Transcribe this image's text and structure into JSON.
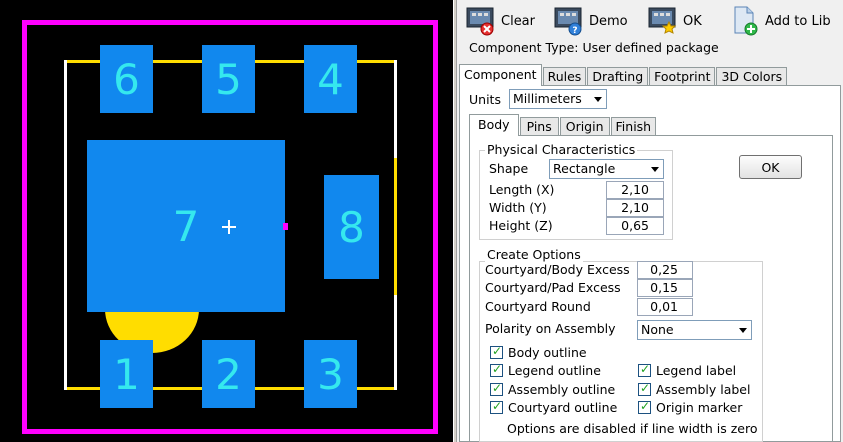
{
  "preview": {
    "pads": [
      {
        "id": "6",
        "label": "6"
      },
      {
        "id": "5",
        "label": "5"
      },
      {
        "id": "4",
        "label": "4"
      },
      {
        "id": "7",
        "label": "7"
      },
      {
        "id": "8",
        "label": "8"
      },
      {
        "id": "1",
        "label": "1"
      },
      {
        "id": "2",
        "label": "2"
      },
      {
        "id": "3",
        "label": "3"
      }
    ],
    "colors": {
      "background": "#000000",
      "courtyard": "#ff00ff",
      "pad": "#1188ee",
      "pad_label": "#35e8ee",
      "legend": "#ffffff",
      "assembly": "#ffdd00"
    }
  },
  "toolbar": {
    "clear_label": "Clear",
    "demo_label": "Demo",
    "ok_label": "OK",
    "add_to_lib_label": "Add to Lib"
  },
  "component_type": "Component Type: User defined package",
  "main_tabs": [
    "Component",
    "Rules",
    "Drafting",
    "Footprint",
    "3D Colors"
  ],
  "units": {
    "label": "Units",
    "value": "Millimeters"
  },
  "sub_tabs": [
    "Body",
    "Pins",
    "Origin",
    "Finish"
  ],
  "physical": {
    "title": "Physical Characteristics",
    "shape_label": "Shape",
    "shape_value": "Rectangle",
    "length_label": "Length (X)",
    "length_value": "2,10",
    "width_label": "Width (Y)",
    "width_value": "2,10",
    "height_label": "Height (Z)",
    "height_value": "0,65"
  },
  "ok_button_label": "OK",
  "create": {
    "title": "Create Options",
    "body_excess_label": "Courtyard/Body Excess",
    "body_excess_value": "0,25",
    "pad_excess_label": "Courtyard/Pad Excess",
    "pad_excess_value": "0,15",
    "round_label": "Courtyard Round",
    "round_value": "0,01",
    "polarity_label": "Polarity on Assembly",
    "polarity_value": "None",
    "checkboxes": [
      {
        "label": "Body outline",
        "checked": true
      },
      {
        "label": "Legend outline",
        "checked": true
      },
      {
        "label": "Assembly outline",
        "checked": true
      },
      {
        "label": "Courtyard outline",
        "checked": true
      },
      {
        "label": "Legend label",
        "checked": true
      },
      {
        "label": "Assembly label",
        "checked": true
      },
      {
        "label": "Origin marker",
        "checked": true
      }
    ],
    "note": "Options are disabled if line width is zero"
  }
}
